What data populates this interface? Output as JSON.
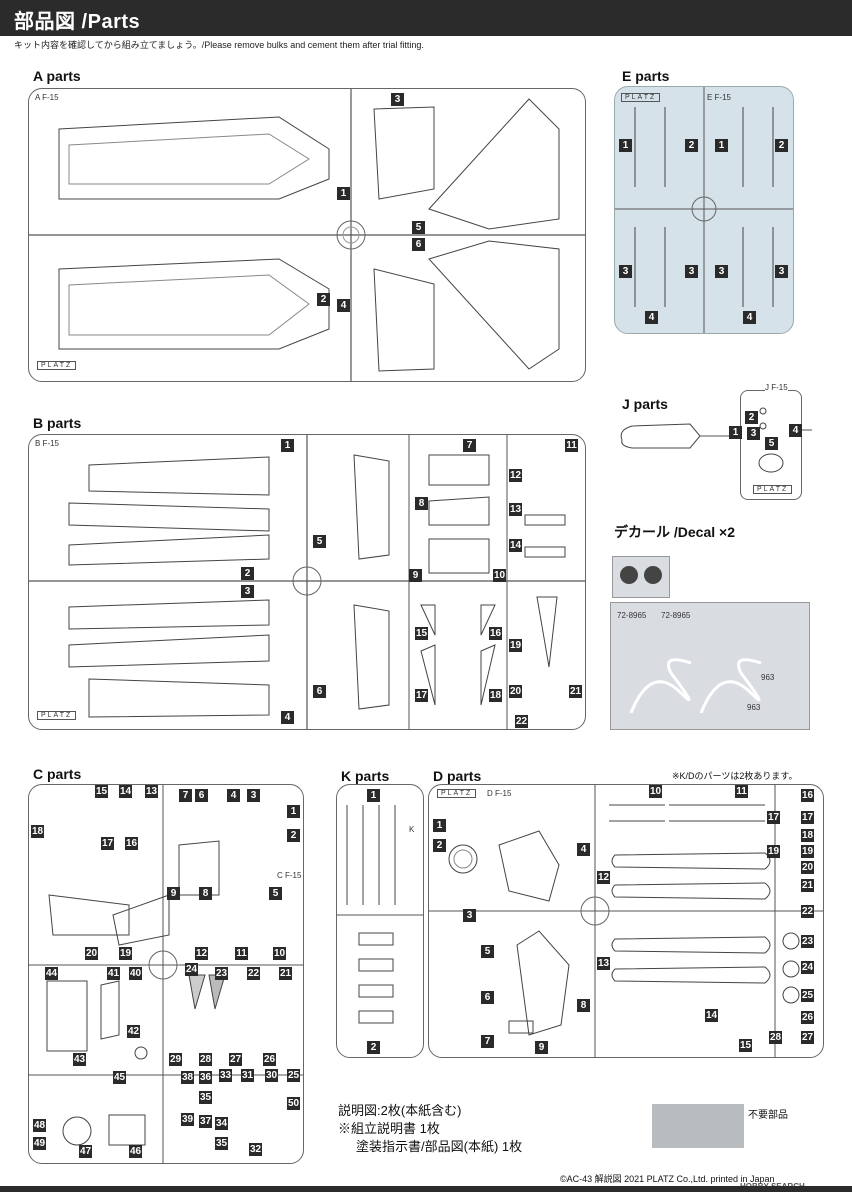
{
  "header": {
    "title": "部品図 /Parts"
  },
  "subtitle": "キット内容を確認してから組み立てましょう。/Please remove bulks and cement them after trial fitting.",
  "sections": {
    "a": {
      "label": "A parts",
      "tag": "A F-15",
      "numbers": [
        "1",
        "2",
        "3",
        "4",
        "5",
        "6"
      ]
    },
    "b": {
      "label": "B parts",
      "tag": "B F-15",
      "numbers": [
        "1",
        "2",
        "3",
        "4",
        "5",
        "6",
        "7",
        "8",
        "9",
        "10",
        "11",
        "12",
        "13",
        "14",
        "15",
        "16",
        "17",
        "18",
        "19",
        "20",
        "21",
        "22"
      ]
    },
    "c": {
      "label": "C parts",
      "tag": "C F-15",
      "numbers": [
        "1",
        "2",
        "3",
        "4",
        "5",
        "6",
        "7",
        "8",
        "9",
        "10",
        "11",
        "12",
        "13",
        "14",
        "15",
        "16",
        "17",
        "18",
        "19",
        "20",
        "21",
        "22",
        "23",
        "24",
        "25",
        "26",
        "27",
        "28",
        "29",
        "30",
        "31",
        "32",
        "33",
        "34",
        "35",
        "36",
        "37",
        "38",
        "39",
        "40",
        "41",
        "42",
        "43",
        "44",
        "45",
        "46",
        "47",
        "48",
        "49",
        "50"
      ]
    },
    "d": {
      "label": "D parts",
      "tag": "D F-15",
      "numbers": [
        "1",
        "2",
        "3",
        "4",
        "5",
        "6",
        "7",
        "8",
        "9",
        "10",
        "11",
        "12",
        "13",
        "14",
        "15",
        "16",
        "17",
        "18",
        "19",
        "20",
        "21",
        "22",
        "23",
        "24",
        "25",
        "26",
        "27",
        "28"
      ]
    },
    "e": {
      "label": "E parts",
      "tag": "E F-15",
      "numbers": [
        "1",
        "2",
        "3",
        "4"
      ]
    },
    "j": {
      "label": "J parts",
      "tag": "J F-15",
      "numbers": [
        "1",
        "2",
        "3",
        "4",
        "5"
      ]
    },
    "k": {
      "label": "K parts",
      "tag": "K",
      "numbers": [
        "1",
        "2"
      ]
    }
  },
  "platz": "PLATZ",
  "decal": {
    "label": "デカール /Decal ×2",
    "codes": [
      "72-8965",
      "72-8965"
    ],
    "numbers": [
      "963",
      "963"
    ]
  },
  "kd_note": "※K/Dのパーツは2枚あります。",
  "legend": {
    "unnecessary": "不要部品"
  },
  "manual_notes": [
    "説明図:2枚(本紙含む)",
    "※組立説明書 1枚",
    "塗装指示書/部品図(本紙) 1枚"
  ],
  "copyright": "©AC-43 解説図 2021 PLATZ Co.,Ltd. printed in Japan",
  "watermark": "HOBBY SEARCH",
  "colors": {
    "header": "#2b2b2b",
    "e_sprue": "#d6e2ea",
    "decal_bg": "#d9dde2",
    "unneeded": "#b8bcbf"
  }
}
